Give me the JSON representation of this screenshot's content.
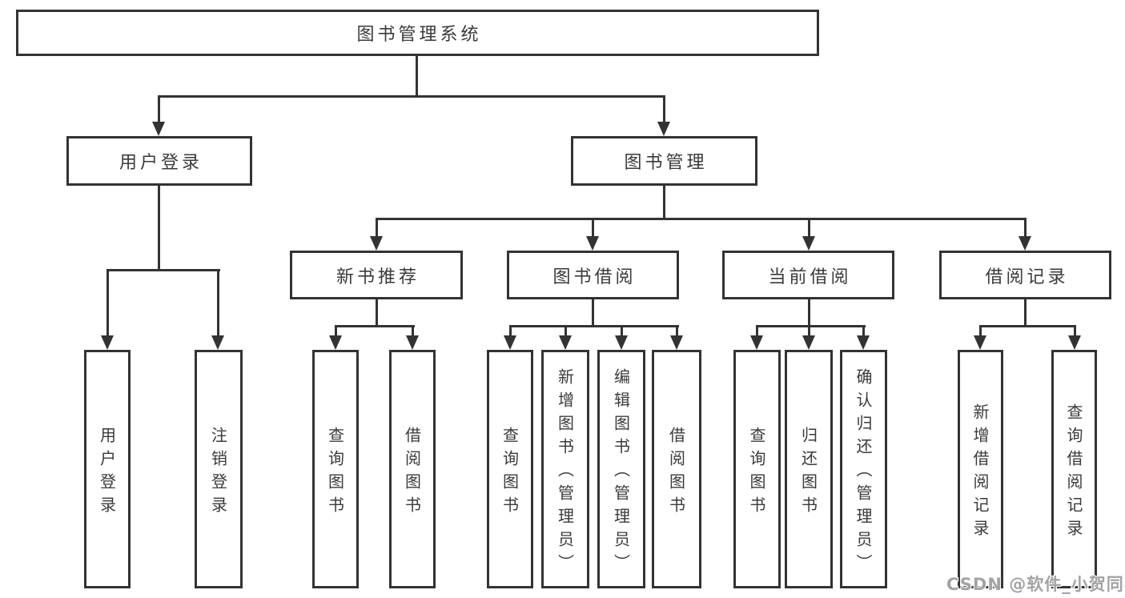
{
  "diagram": {
    "root": {
      "label": "图书管理系统"
    },
    "level2": [
      {
        "label": "用户登录"
      },
      {
        "label": "图书管理"
      }
    ],
    "level3": [
      {
        "label": "新书推荐",
        "parent": "图书管理"
      },
      {
        "label": "图书借阅",
        "parent": "图书管理"
      },
      {
        "label": "当前借阅",
        "parent": "图书管理"
      },
      {
        "label": "借阅记录",
        "parent": "图书管理"
      }
    ],
    "leaves": [
      {
        "label": "用户登录",
        "parent": "用户登录"
      },
      {
        "label": "注销登录",
        "parent": "用户登录"
      },
      {
        "label": "查询图书",
        "parent": "新书推荐"
      },
      {
        "label": "借阅图书",
        "parent": "新书推荐"
      },
      {
        "label": "查询图书",
        "parent": "图书借阅"
      },
      {
        "label": "新增图书（管理员）",
        "parent": "图书借阅"
      },
      {
        "label": "编辑图书（管理员）",
        "parent": "图书借阅"
      },
      {
        "label": "借阅图书",
        "parent": "图书借阅"
      },
      {
        "label": "查询图书",
        "parent": "当前借阅"
      },
      {
        "label": "归还图书",
        "parent": "当前借阅"
      },
      {
        "label": "确认归还（管理员）",
        "parent": "当前借阅"
      },
      {
        "label": "新增借阅记录",
        "parent": "借阅记录"
      },
      {
        "label": "查询借阅记录",
        "parent": "借阅记录"
      }
    ],
    "colors": {
      "line": "#333333",
      "text": "#3a3a3a",
      "background": "#ffffff"
    }
  },
  "watermark": {
    "text": "CSDN @软件_小贺同学"
  }
}
